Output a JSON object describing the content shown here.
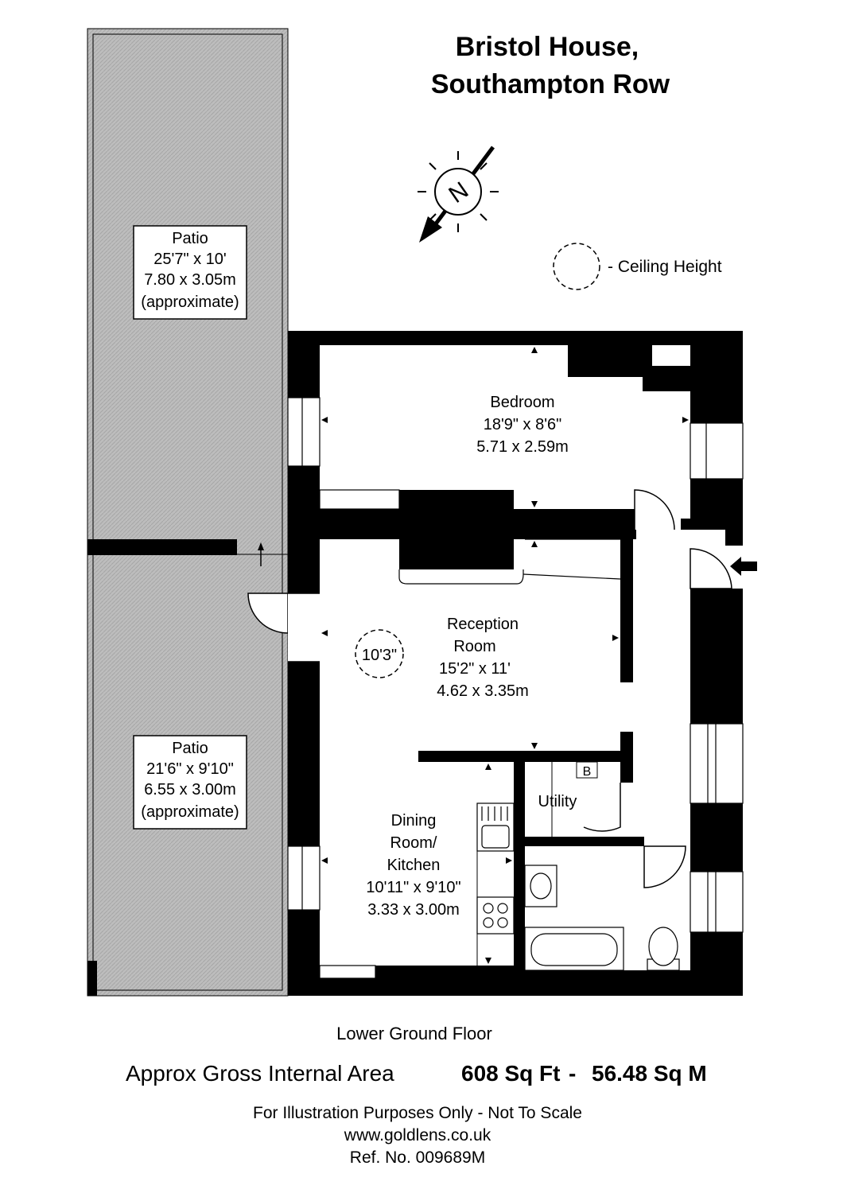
{
  "title": {
    "line1": "Bristol House,",
    "line2": "Southampton Row"
  },
  "compass": {
    "letter": "N"
  },
  "legend": {
    "ceiling_label": "- Ceiling Height"
  },
  "rooms": {
    "patio_upper": {
      "name": "Patio",
      "size_imperial": "25'7\" x 10'",
      "size_metric": "7.80 x 3.05m",
      "note": "(approximate)"
    },
    "patio_lower": {
      "name": "Patio",
      "size_imperial": "21'6\" x 9'10\"",
      "size_metric": "6.55 x 3.00m",
      "note": "(approximate)"
    },
    "bedroom": {
      "name": "Bedroom",
      "size_imperial": "18'9\" x 8'6\"",
      "size_metric": "5.71 x 2.59m"
    },
    "reception": {
      "name_line1": "Reception",
      "name_line2": "Room",
      "size_imperial": "15'2\" x 11'",
      "size_metric": "4.62 x 3.35m",
      "ceiling_height": "10'3\""
    },
    "dining": {
      "name_line1": "Dining",
      "name_line2": "Room/",
      "name_line3": "Kitchen",
      "size_imperial": "10'11\" x 9'10\"",
      "size_metric": "3.33 x 3.00m"
    },
    "utility": {
      "name": "Utility",
      "boiler": "B"
    }
  },
  "footer": {
    "floor": "Lower Ground Floor",
    "area_label": "Approx Gross Internal Area",
    "area_sqft": "608 Sq Ft",
    "area_sep": "-",
    "area_sqm": "56.48 Sq M",
    "disclaimer": "For Illustration Purposes Only - Not To Scale",
    "website": "www.goldlens.co.uk",
    "ref": "Ref. No. 009689M"
  }
}
